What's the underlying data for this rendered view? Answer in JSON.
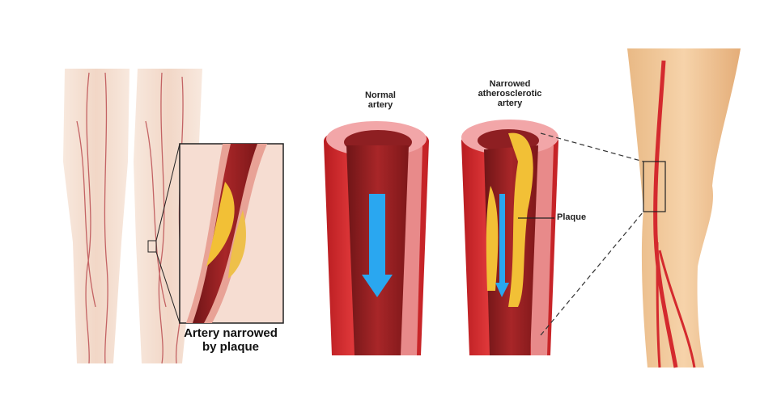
{
  "labels": {
    "inset_line1": "Artery narrowed",
    "inset_line2": "by plaque",
    "normal_line1": "Normal",
    "normal_line2": "artery",
    "narrowed_line1": "Narrowed",
    "narrowed_line2": "atherosclerotic",
    "narrowed_line3": "artery",
    "plaque": "Plaque"
  },
  "colors": {
    "artery": "#d42a2e",
    "artery_inner": "#e88a8a",
    "lumen": "#8e1f22",
    "plaque": "#f2c036",
    "flow_arrow": "#2aa7f0",
    "skin": "#f1c79b"
  }
}
